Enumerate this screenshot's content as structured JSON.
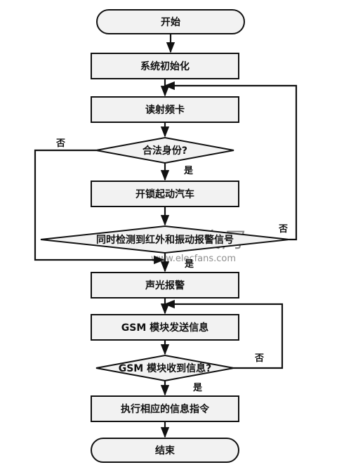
{
  "flowchart": {
    "start": "开始",
    "init": "系统初始化",
    "read_card": "读射频卡",
    "check_identity": "合法身份?",
    "unlock": "开锁起动汽车",
    "detect_alarm": "同时检测到红外和振动报警信号",
    "sound_light_alarm": "声光报警",
    "gsm_send": "GSM 模块发送信息",
    "gsm_received": "GSM 模块收到信息?",
    "execute": "执行相应的信息指令",
    "end": "结束",
    "yes": "是",
    "no": "否"
  },
  "watermark": {
    "text": "电子发烧友网",
    "url": "www.elecfans.com"
  }
}
